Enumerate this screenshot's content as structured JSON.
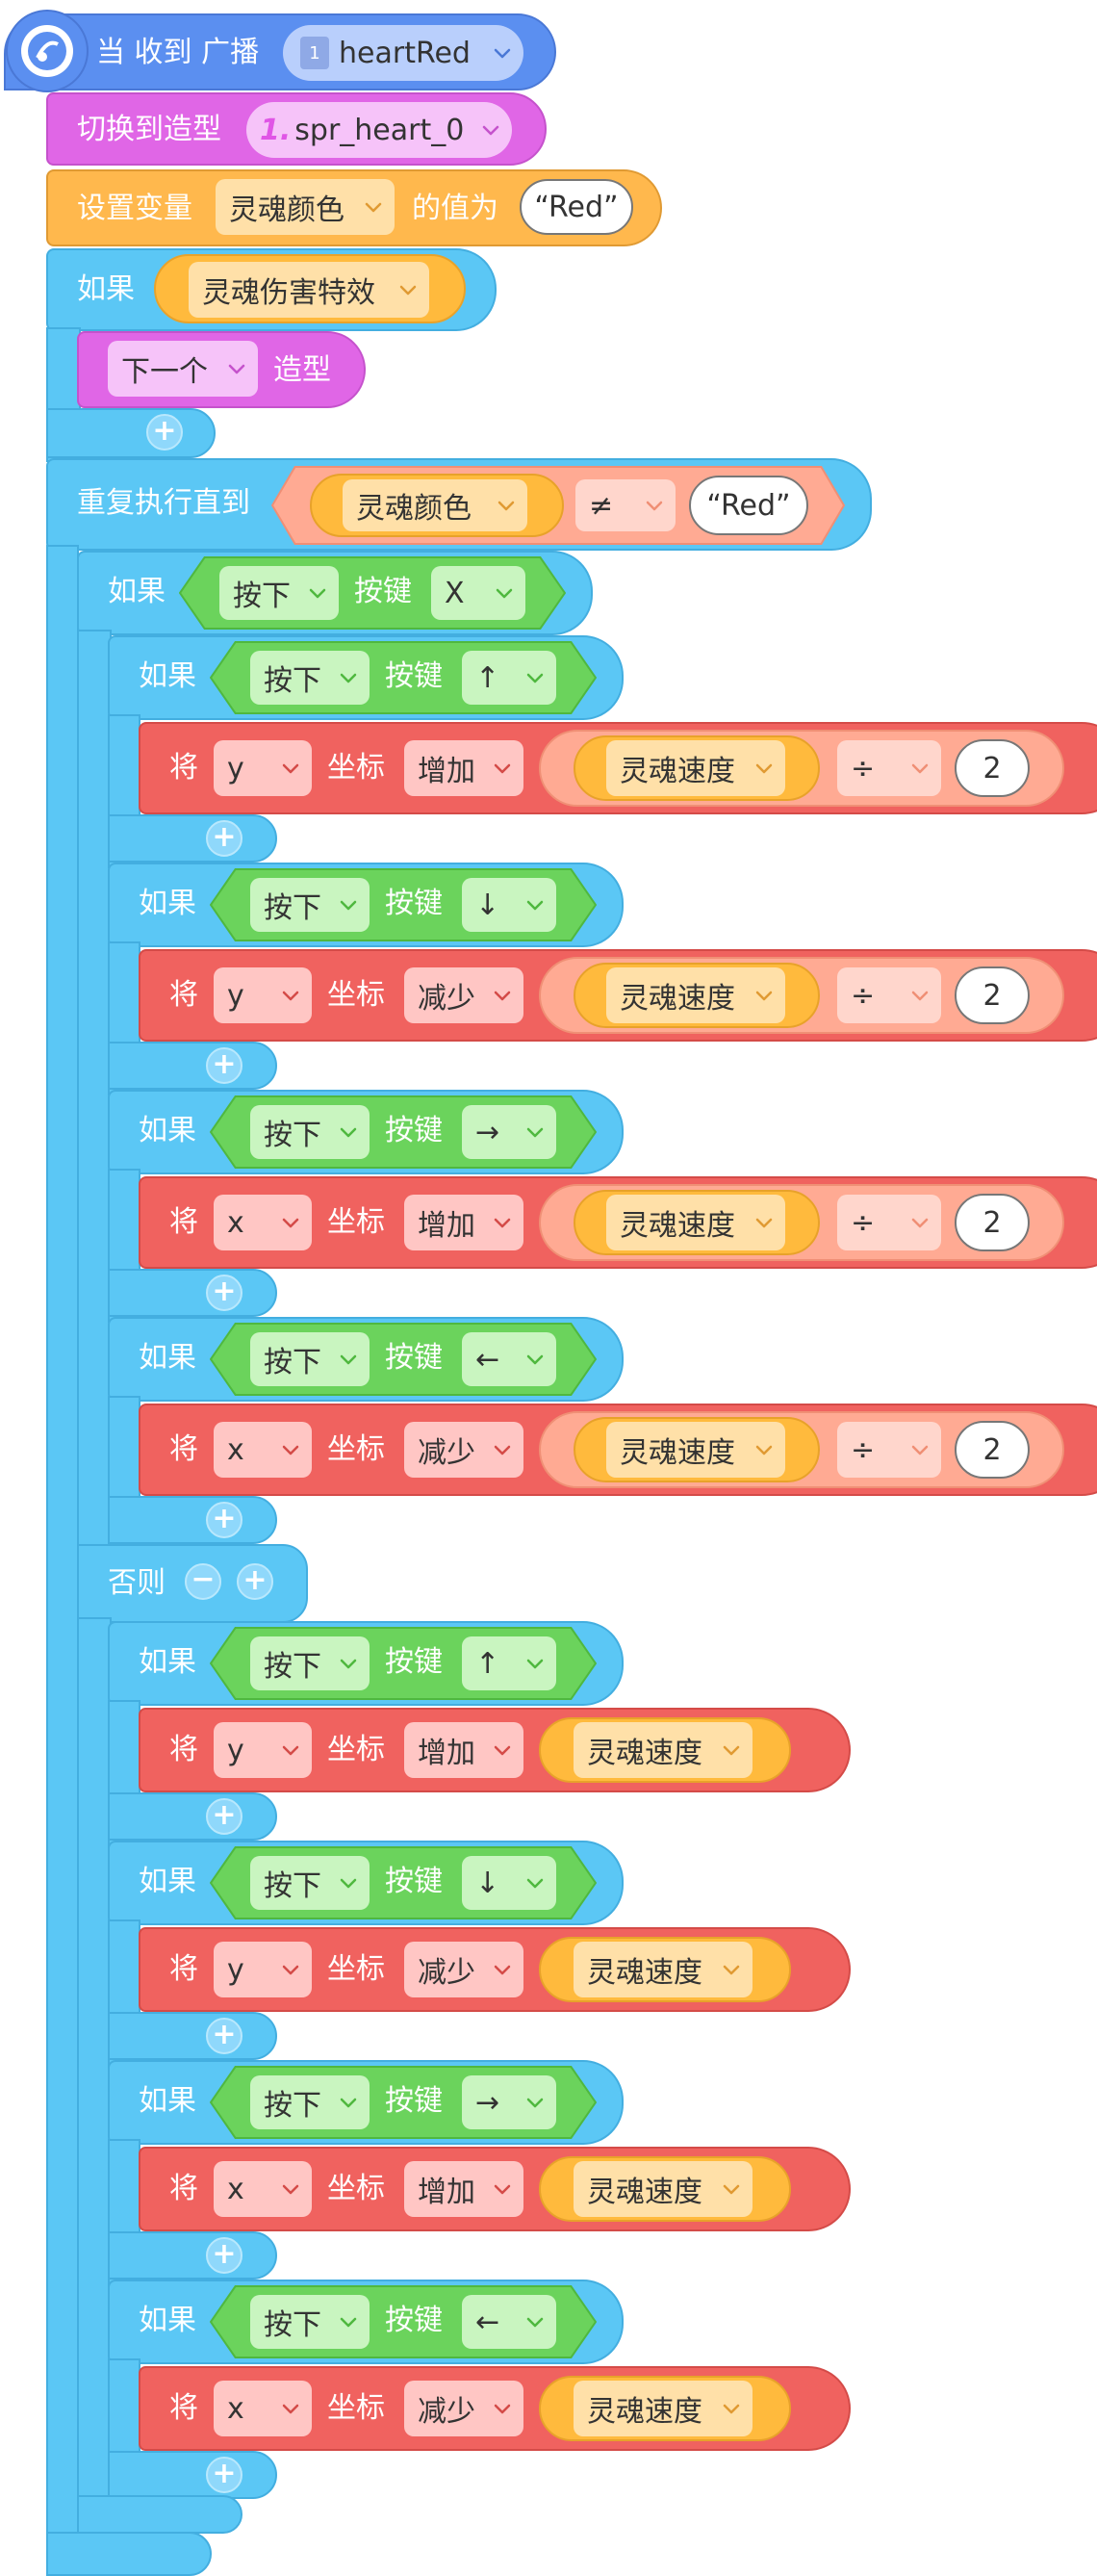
{
  "colors": {
    "event": "#5b8ff0",
    "looks": "#e066e6",
    "variables": "#ffb84d",
    "control": "#5bc7f5",
    "motion": "#f0625f",
    "sensing_bool": "#6bd35c"
  },
  "icons": {
    "broadcast": "broadcast-icon",
    "message": "message-icon",
    "dropdown": "chevron-down-icon",
    "add": "plus-icon",
    "remove": "minus-icon"
  },
  "hat": {
    "label": "当 收到 广播",
    "message_badge": "1",
    "message": "heartRed"
  },
  "switch_costume": {
    "label": "切换到造型",
    "index": "1.",
    "costume": "spr_heart_0"
  },
  "set_variable": {
    "label": "设置变量",
    "variable": "灵魂颜色",
    "to": "的值为",
    "value": "“Red”"
  },
  "if_effect": {
    "label": "如果",
    "condition": "灵魂伤害特效",
    "next_dropdown": "下一个",
    "next_label": "造型"
  },
  "repeat_until": {
    "label": "重复执行直到",
    "variable": "灵魂颜色",
    "operator": "≠",
    "value": "“Red”"
  },
  "if_x": {
    "label": "如果",
    "press": "按下",
    "key_label": "按键",
    "key": "X",
    "else_label": "否则"
  },
  "common": {
    "if": "如果",
    "press": "按下",
    "key_label": "按键",
    "move": "将",
    "coord": "坐标",
    "speed": "灵魂速度",
    "divide": "÷",
    "two": "2"
  },
  "inner_ifs": [
    {
      "key": "↑",
      "axis": "y",
      "op": "增加"
    },
    {
      "key": "↓",
      "axis": "y",
      "op": "减少"
    },
    {
      "key": "→",
      "axis": "x",
      "op": "增加"
    },
    {
      "key": "←",
      "axis": "x",
      "op": "减少"
    }
  ],
  "else_ifs": [
    {
      "key": "↑",
      "axis": "y",
      "op": "增加"
    },
    {
      "key": "↓",
      "axis": "y",
      "op": "减少"
    },
    {
      "key": "→",
      "axis": "x",
      "op": "增加"
    },
    {
      "key": "←",
      "axis": "x",
      "op": "减少"
    }
  ]
}
